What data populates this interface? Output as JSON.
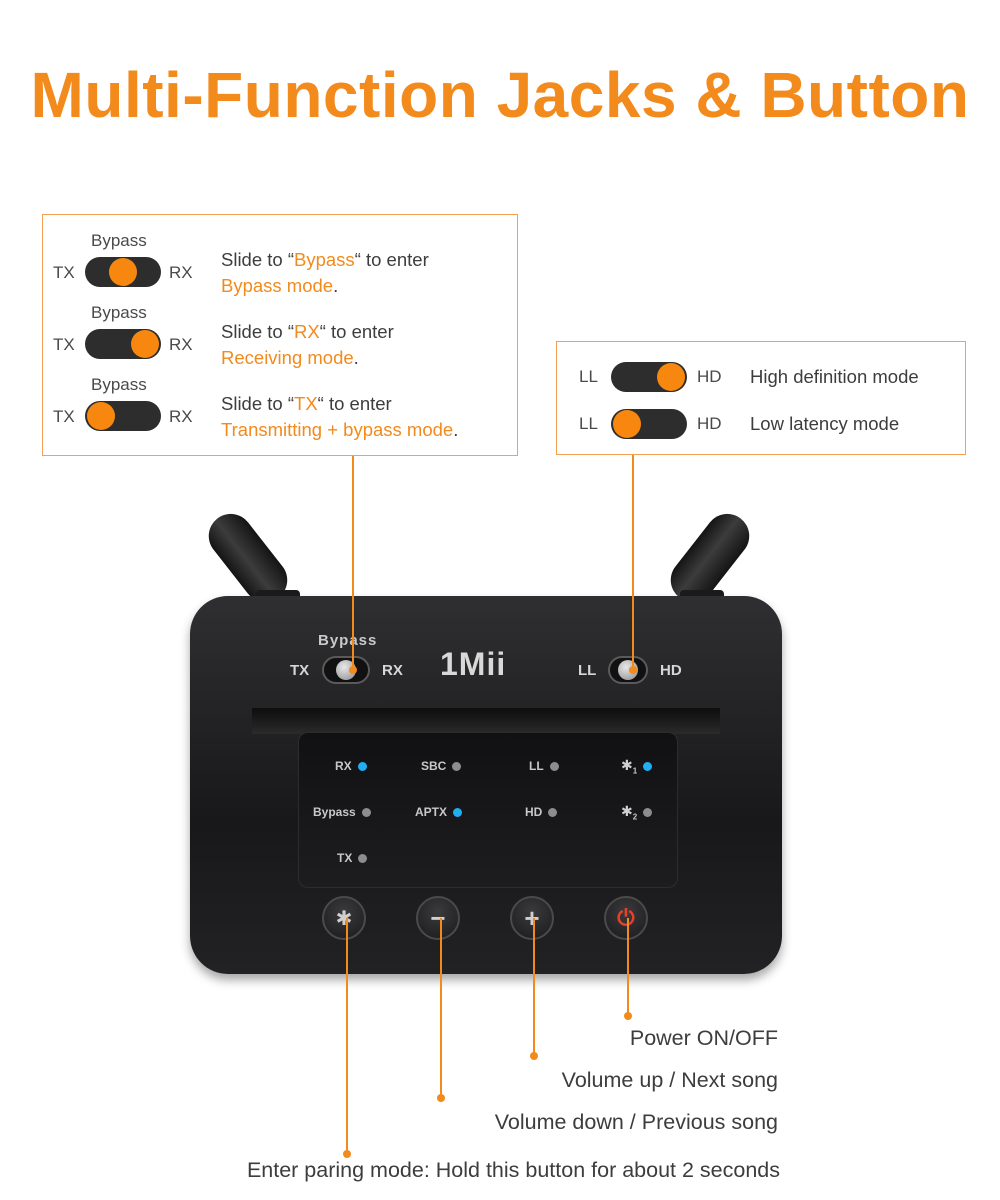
{
  "headline": "Multi-Function Jacks & Button",
  "colors": {
    "accent": "#f28a1c",
    "led_on": "#21aef0",
    "power": "#e8402a"
  },
  "mode_switch": {
    "top_label": "Bypass",
    "left_label": "TX",
    "right_label": "RX",
    "rows": [
      {
        "knob": "center",
        "line1_pre": "Slide to “",
        "line1_hl": "Bypass",
        "line1_post": "“ to enter",
        "line2": "Bypass mode",
        "line2_end": "."
      },
      {
        "knob": "right",
        "line1_pre": "Slide to “",
        "line1_hl": "RX",
        "line1_post": "“ to enter",
        "line2": "Receiving mode",
        "line2_end": "."
      },
      {
        "knob": "left",
        "line1_pre": "Slide to “",
        "line1_hl": "TX",
        "line1_post": "“ to enter",
        "line2": "Transmitting + bypass mode",
        "line2_end": "."
      }
    ]
  },
  "codec_switch": {
    "left_label": "LL",
    "right_label": "HD",
    "rows": [
      {
        "knob": "right",
        "desc": "High definition mode"
      },
      {
        "knob": "left",
        "desc": "Low latency mode"
      }
    ]
  },
  "device": {
    "logo": "1Mii",
    "switch1_top": "Bypass",
    "switch1_left": "TX",
    "switch1_right": "RX",
    "switch2_left": "LL",
    "switch2_right": "HD",
    "leds": {
      "rx": {
        "label": "RX",
        "on": true
      },
      "bypass": {
        "label": "Bypass",
        "on": false
      },
      "tx": {
        "label": "TX",
        "on": false
      },
      "sbc": {
        "label": "SBC",
        "on": false
      },
      "aptx": {
        "label": "APTX",
        "on": true
      },
      "ll": {
        "label": "LL",
        "on": false
      },
      "hd": {
        "label": "HD",
        "on": false
      },
      "bt1": {
        "label": "1",
        "on": true
      },
      "bt2": {
        "label": "2",
        "on": false
      }
    }
  },
  "captions": {
    "power": "Power ON/OFF",
    "volume_up": "Volume up / Next song",
    "volume_down": "Volume down / Previous song",
    "pairing": "Enter paring mode: Hold this button for about 2 seconds"
  }
}
